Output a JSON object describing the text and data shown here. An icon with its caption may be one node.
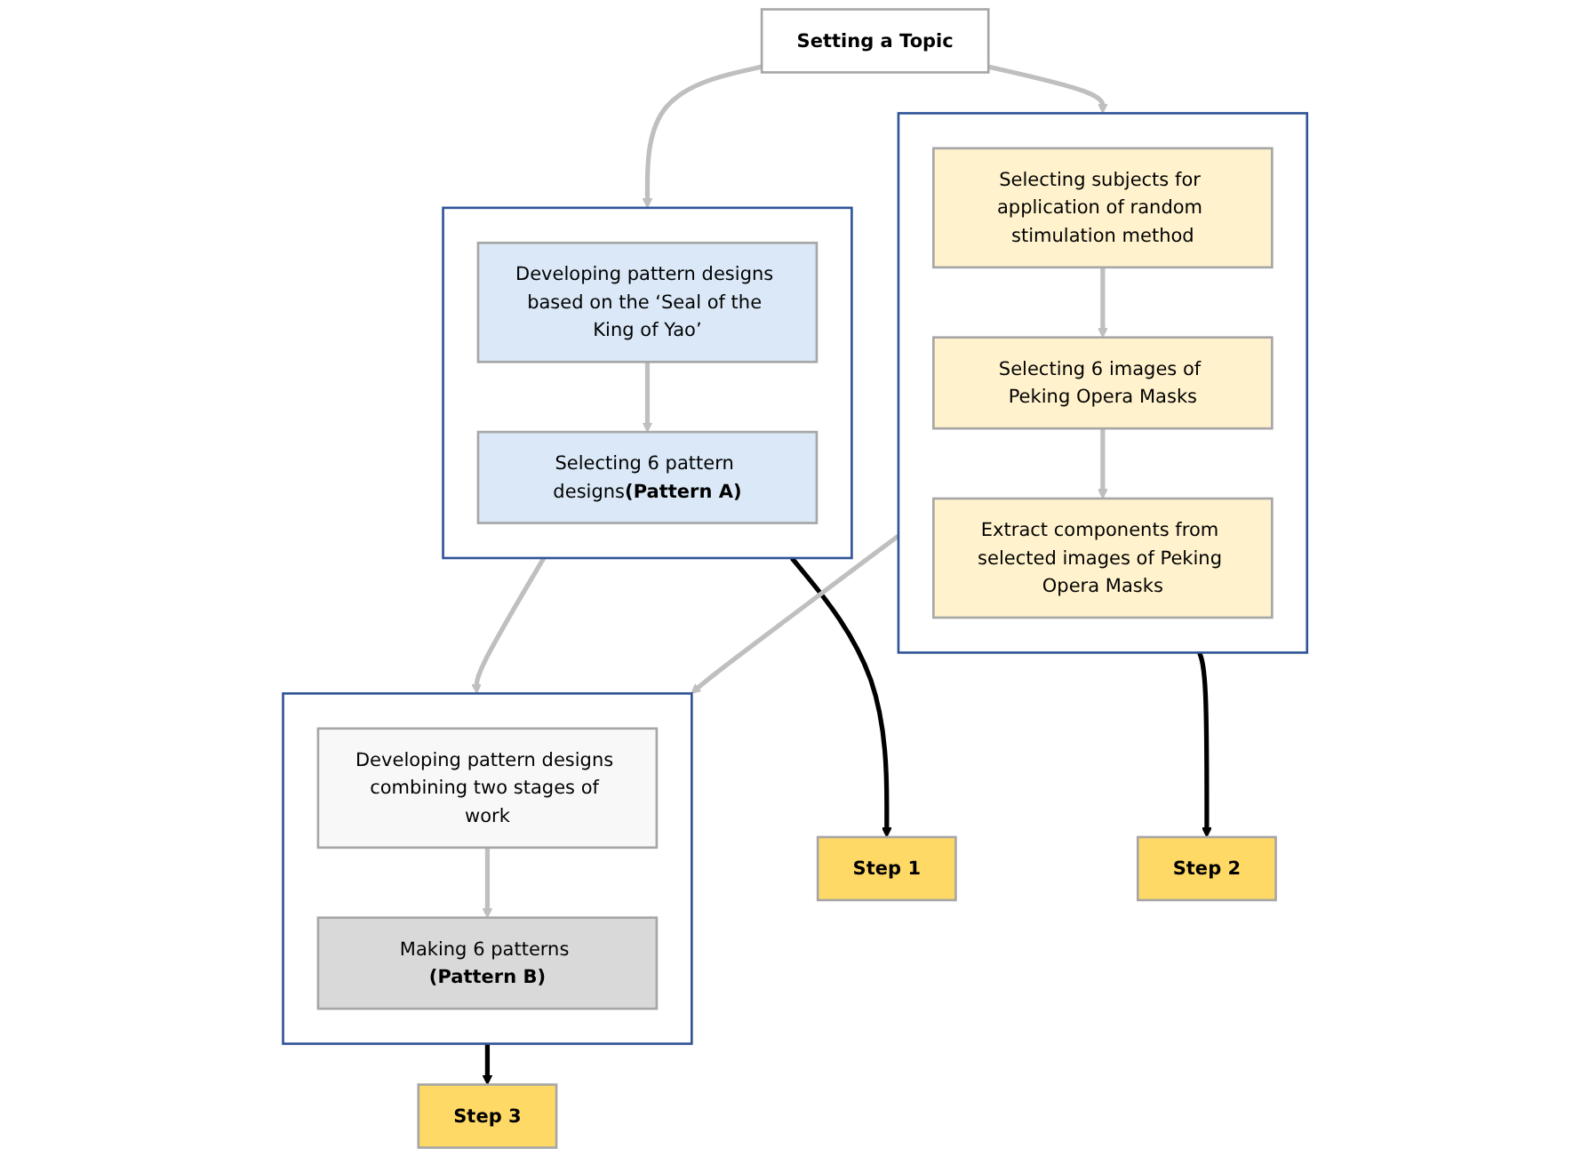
{
  "diagram": {
    "nodes": [
      {
        "text": [
          "Setting a Topic"
        ]
      },
      {
        "text": [],
        "shape": "box"
      },
      {
        "text": [
          "Developing pattern designs based on the ‘Seal of the King of Yao’"
        ],
        "in": 1
      },
      {
        "text": [
          "Selecting 6 pattern designs**(Pattern A)**"
        ],
        "in": 1
      },
      {
        "text": [
          "Step 1"
        ]
      },
      {
        "text": [],
        "shape": "box"
      },
      {
        "text": [
          "Selecting subjects for application of random stimulation method"
        ],
        "in": 5
      },
      {
        "text": [
          "Selecting 6 images of Peking Opera Masks"
        ],
        "in": 5
      },
      {
        "text": [
          "Extract components from selected images of Peking Opera Masks"
        ],
        "in": 5
      },
      {
        "text": [
          "Step 2"
        ]
      },
      {
        "text": [],
        "shape": "box"
      },
      {
        "text": [
          "Developing pattern designs combining two stages of work"
        ],
        "in": 10
      },
      {
        "text": [
          "Making 6 patterns **(Pattern B)**"
        ],
        "in": 10
      },
      {
        "text": [
          "Step 3"
        ]
      }
    ],
    "edges": [
      {
        "from": 0,
        "to": 1,
        "arrow": "to"
      },
      {
        "from": 0,
        "to": 5,
        "arrow": "to"
      },
      {
        "from": 2,
        "to": 3,
        "arrow": "to"
      },
      {
        "from": 1,
        "to": 4,
        "arrow": "to",
        "color": "#000000"
      },
      {
        "from": 6,
        "to": 7,
        "arrow": "to"
      },
      {
        "from": 7,
        "to": 8,
        "arrow": "to"
      },
      {
        "from": 5,
        "to": 9,
        "arrow": "to",
        "color": "#000000"
      },
      {
        "from": 1,
        "to": 10,
        "arrow": "to"
      },
      {
        "from": 5,
        "to": 10,
        "arrow": "to"
      },
      {
        "from": 11,
        "to": 12,
        "arrow": "to"
      },
      {
        "from": 10,
        "to": 13,
        "arrow": "to",
        "color": "#000000"
      }
    ]
  }
}
